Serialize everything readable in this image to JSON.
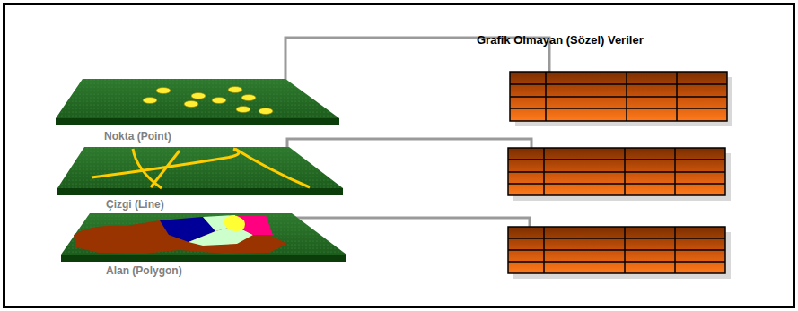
{
  "diagram": {
    "title": "Grafik Olmayan (Sözel) Veriler",
    "nodes": [
      {
        "text": [
          "Nokta (Point)"
        ]
      },
      {
        "text": [
          "Çizgi (Line)"
        ]
      },
      {
        "text": [
          "Alan (Polygon)"
        ]
      }
    ]
  }
}
